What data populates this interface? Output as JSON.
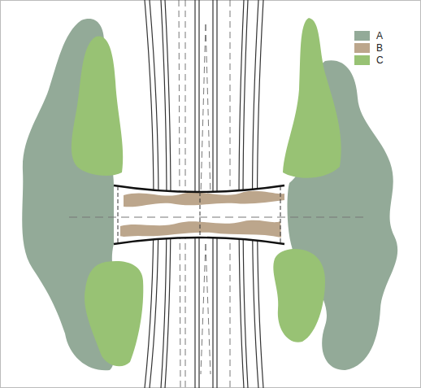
{
  "diagram": {
    "legend": [
      {
        "text": "A",
        "color": "#93aa98"
      },
      {
        "text": "B",
        "color": "#bca68c"
      },
      {
        "text": "C",
        "color": "#98c274"
      }
    ]
  }
}
